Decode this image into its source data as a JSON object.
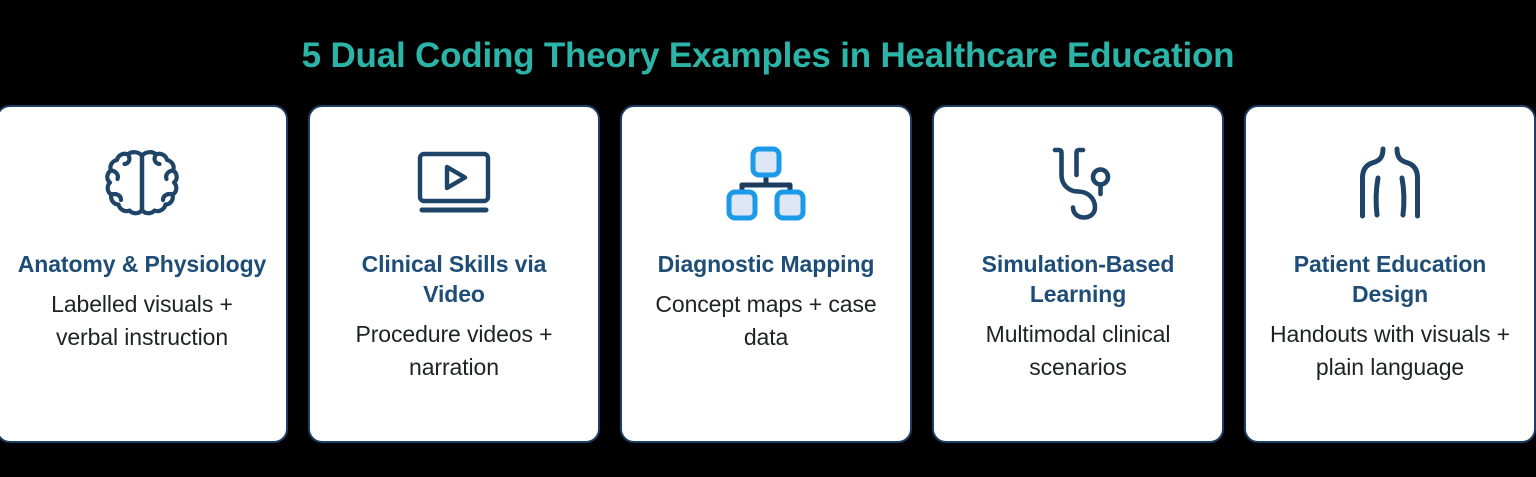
{
  "page": {
    "title": "5 Dual Coding Theory Examples in Healthcare Education",
    "background_color": "#000000",
    "title_color": "#2bb5a8"
  },
  "theme": {
    "card_background": "#ffffff",
    "card_border_color": "#1d3f66",
    "heading_color": "#1e4d77",
    "body_color": "#1f2124",
    "icon_navy": "#1e4468",
    "icon_accent_blue": "#1a9ae8",
    "icon_accent_fill": "#dce6f5"
  },
  "cards": [
    {
      "icon": "brain-icon",
      "heading": "Anatomy & Physiology",
      "description": "Labelled visuals + verbal instruction"
    },
    {
      "icon": "video-monitor-play-icon",
      "heading": "Clinical Skills via Video",
      "description": "Procedure videos + narration"
    },
    {
      "icon": "hierarchy-concept-map-icon",
      "heading": "Diagnostic Mapping",
      "description": "Concept maps + case data"
    },
    {
      "icon": "stethoscope-icon",
      "heading": "Simulation-Based Learning",
      "description": "Multimodal clinical scenarios"
    },
    {
      "icon": "torso-body-icon",
      "heading": "Patient Education Design",
      "description": "Handouts with visuals + plain language"
    }
  ]
}
